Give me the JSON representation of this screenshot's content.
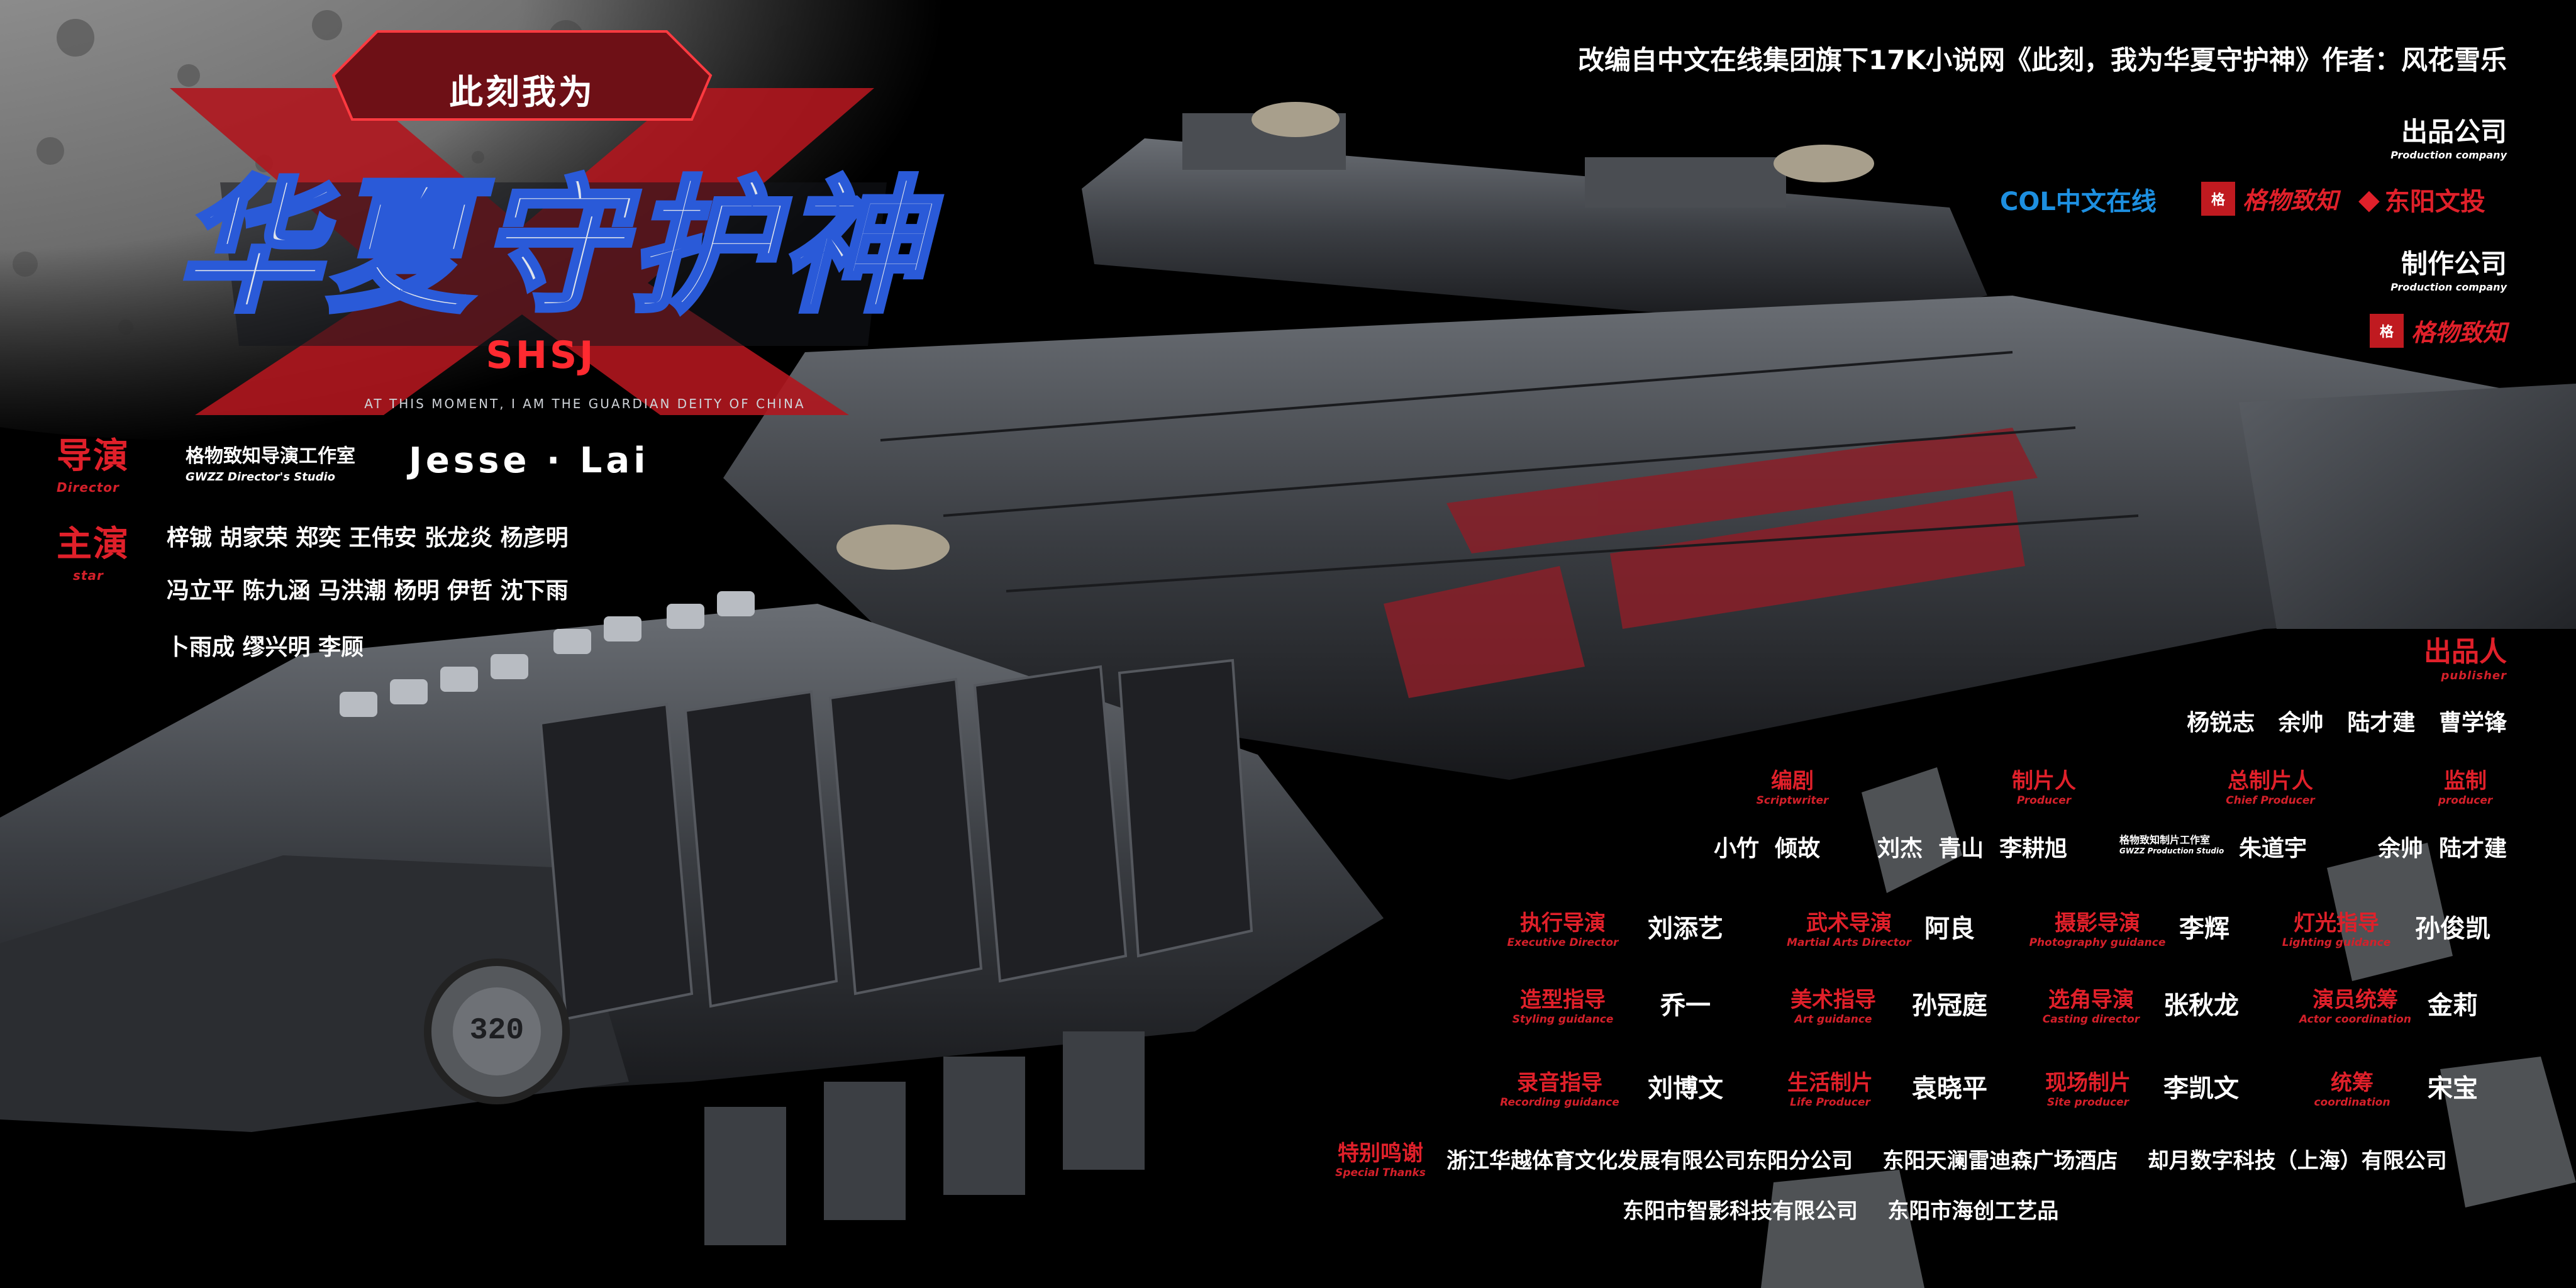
{
  "header": {
    "adapted_from": "改编自中文在线集团旗下17K小说网《此刻，我为华夏守护神》作者：风花雪乐"
  },
  "logo": {
    "pre_title": "此刻我为",
    "main_title": "华夏守护神",
    "short_code": "SHSJ",
    "english_title": "AT THIS MOMENT, I AM THE GUARDIAN DEITY OF CHINA"
  },
  "director": {
    "label": "导演",
    "label_en": "Director",
    "studio": "格物致知导演工作室",
    "studio_en": "GWZZ Director's Studio",
    "name": "Jesse · Lai"
  },
  "starring": {
    "label": "主演",
    "label_en": "star",
    "rows": [
      "梓铖  胡家荣  郑奕  王伟安  张龙炎  杨彦明",
      "冯立平  陈九涵  马洪潮  杨明  伊哲  沈下雨",
      "卜雨成  缪兴明  李顾"
    ]
  },
  "production_company": {
    "label": "出品公司",
    "label_en": "Production company",
    "logos": [
      "COL中文在线",
      "格物致知",
      "东阳文投"
    ]
  },
  "making_company": {
    "label": "制作公司",
    "label_en": "Production company",
    "logo": "格物致知"
  },
  "publisher": {
    "label": "出品人",
    "label_en": "publisher",
    "names": "杨锐志   余帅   陆才建   曹学锋"
  },
  "mid_credits": [
    {
      "title": "编剧",
      "en": "Scriptwriter",
      "names": "小竹  倾故"
    },
    {
      "title": "制片人",
      "en": "Producer",
      "names": "刘杰  青山  李耕旭"
    },
    {
      "title": "总制片人",
      "en": "Chief Producer",
      "studio": "格物致知制片工作室",
      "studio_en": "GWZZ Production Studio",
      "names": "朱道宇"
    },
    {
      "title": "监制",
      "en": "producer",
      "names": "余帅  陆才建"
    }
  ],
  "crew": [
    [
      {
        "title": "执行导演",
        "en": "Executive Director",
        "name": "刘添艺"
      },
      {
        "title": "武术导演",
        "en": "Martial Arts Director",
        "name": "阿良"
      },
      {
        "title": "摄影导演",
        "en": "Photography guidance",
        "name": "李辉"
      },
      {
        "title": "灯光指导",
        "en": "Lighting guidance",
        "name": "孙俊凯"
      }
    ],
    [
      {
        "title": "造型指导",
        "en": "Styling guidance",
        "name": "乔一"
      },
      {
        "title": "美术指导",
        "en": "Art guidance",
        "name": "孙冠庭"
      },
      {
        "title": "选角导演",
        "en": "Casting director",
        "name": "张秋龙"
      },
      {
        "title": "演员统筹",
        "en": "Actor coordination",
        "name": "金莉"
      }
    ],
    [
      {
        "title": "录音指导",
        "en": "Recording guidance",
        "name": "刘博文"
      },
      {
        "title": "生活制片",
        "en": "Life Producer",
        "name": "袁晓平"
      },
      {
        "title": "现场制片",
        "en": "Site producer",
        "name": "李凯文"
      },
      {
        "title": "统筹",
        "en": "coordination",
        "name": "宋宝"
      }
    ]
  ],
  "special_thanks": {
    "label": "特别鸣谢",
    "label_en": "Special Thanks",
    "line1": "浙江华越体育文化发展有限公司东阳分公司    东阳天澜雷迪森广场酒店    却月数字科技（上海）有限公司",
    "line2": "东阳市智影科技有限公司    东阳市海创工艺品"
  },
  "ship": {
    "hull_number": "320"
  },
  "colors": {
    "accent_red": "#e0202a",
    "background": "#000000",
    "hull_grey": "#3a3d42",
    "moon_grey": "#8a8a8a",
    "col_blue": "#1d8fe0"
  }
}
